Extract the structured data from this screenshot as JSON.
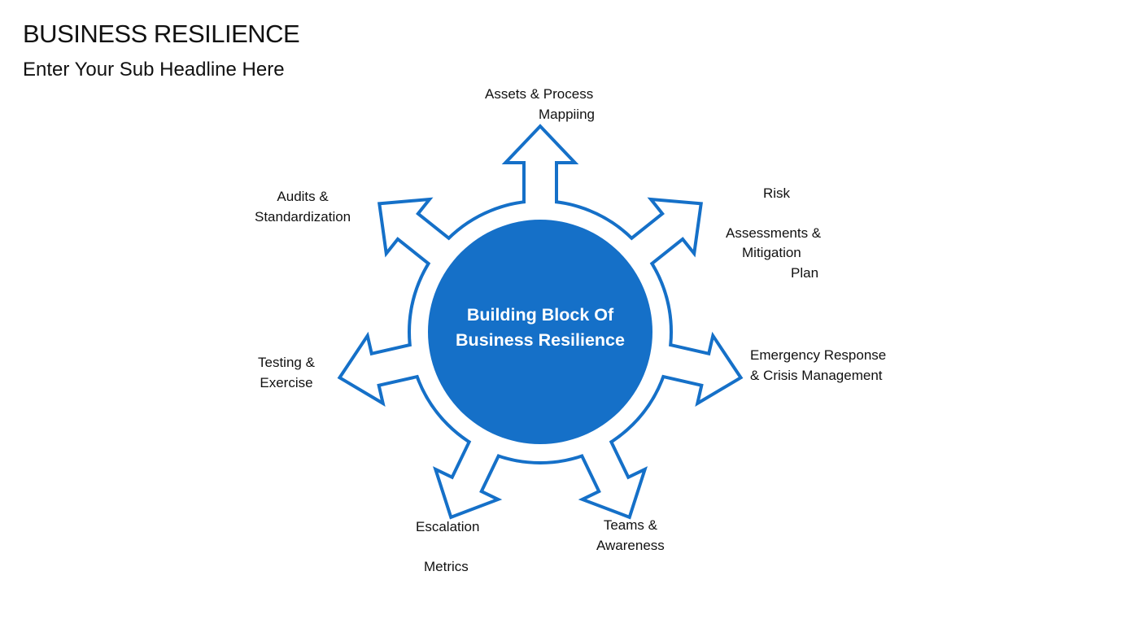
{
  "header": {
    "title": "BUSINESS RESILIENCE",
    "subtitle": "Enter Your Sub Headline Here"
  },
  "diagram": {
    "center_line1": "Building Block Of",
    "center_line2": "Business Resilience",
    "colors": {
      "primary": "#1570c8",
      "arrow_fill": "#ffffff"
    },
    "labels": [
      {
        "line1": "Assets & Process",
        "line2": "Mappiing"
      },
      {
        "line1": "Risk",
        "line2": "Assessments &",
        "line3": "Mitigation",
        "line4": "Plan"
      },
      {
        "line1": "Emergency Response",
        "line2": "& Crisis Management"
      },
      {
        "line1": "Teams &",
        "line2": "Awareness"
      },
      {
        "line1": "Escalation",
        "line2": "Metrics"
      },
      {
        "line1": "Testing &",
        "line2": "Exercise"
      },
      {
        "line1": "Audits &",
        "line2": "Standardization"
      }
    ]
  }
}
